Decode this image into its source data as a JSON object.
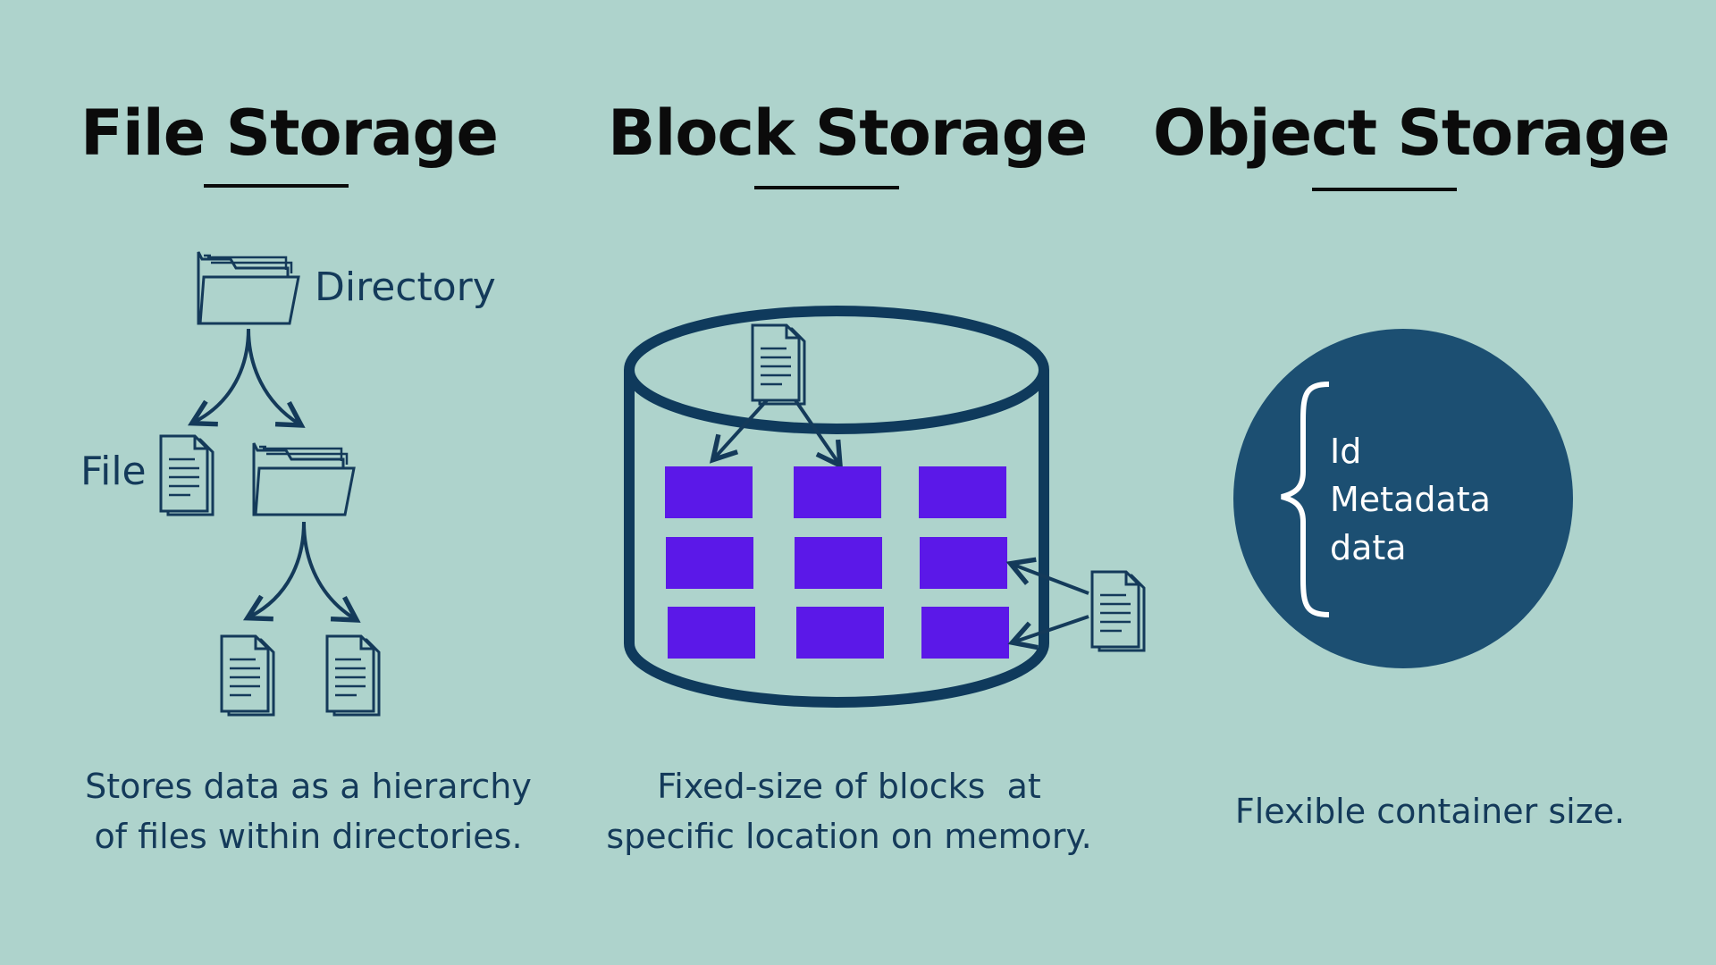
{
  "titles": {
    "file": "File Storage",
    "block": "Block Storage",
    "object": "Object Storage"
  },
  "file_section": {
    "directory_label": "Directory",
    "file_label": "File",
    "caption_line1": "Stores data as a hierarchy",
    "caption_line2": " of files within directories."
  },
  "block_section": {
    "caption_line1": "Fixed-size of blocks  at",
    "caption_line2": "specific location on memory."
  },
  "object_section": {
    "lines": [
      "Id",
      "Metadata",
      "data"
    ],
    "caption": "Flexible container size."
  },
  "colors": {
    "background": "#aed3cc",
    "navy": "#143a5a",
    "block_purple": "#5b18e8",
    "object_circle": "#1c4f72"
  },
  "icons": [
    "folder-icon",
    "document-icon",
    "database-cylinder-icon",
    "curved-arrow-icon",
    "curly-brace-icon"
  ]
}
